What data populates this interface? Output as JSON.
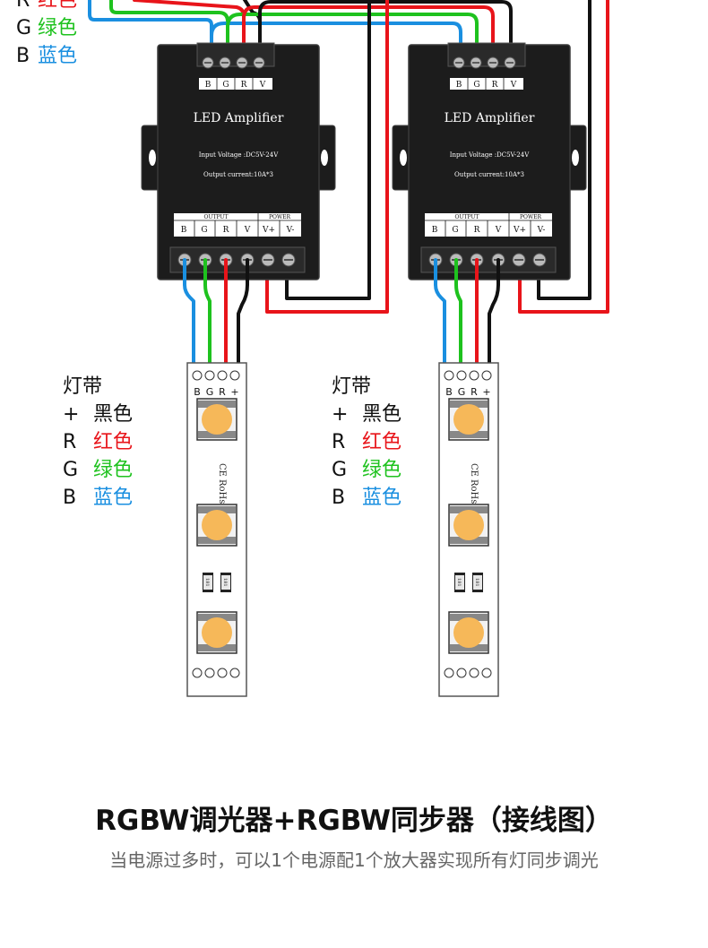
{
  "top_legend": [
    {
      "key": "R",
      "value": "红色",
      "color": "#e8141a"
    },
    {
      "key": "G",
      "value": "绿色",
      "color": "#1ec21e"
    },
    {
      "key": "B",
      "value": "蓝色",
      "color": "#1a8fe0"
    }
  ],
  "amplifier": {
    "name": "LED Amplifier",
    "input_voltage": "Input Voltage :DC5V-24V",
    "output_current": "Output current:10A*3",
    "input_pins": [
      "B",
      "G",
      "R",
      "V"
    ],
    "output_group": "OUTPUT",
    "power_group": "POWER",
    "output_pins": [
      "B",
      "G",
      "R",
      "V",
      "V+",
      "V-"
    ]
  },
  "strip": {
    "pins": [
      "B",
      "G",
      "R",
      "+"
    ],
    "marking_1": "CE",
    "marking_2": "RoHs",
    "resistor_label": "181"
  },
  "strip_legend": {
    "title": "灯带",
    "rows": [
      {
        "key": "+",
        "value": "黑色",
        "color": "#111111"
      },
      {
        "key": "R",
        "value": "红色",
        "color": "#e8141a"
      },
      {
        "key": "G",
        "value": "绿色",
        "color": "#1ec21e"
      },
      {
        "key": "B",
        "value": "蓝色",
        "color": "#1a8fe0"
      }
    ]
  },
  "title": "RGBW调光器+RGBW同步器（接线图）",
  "subtitle": "当电源过多时，可以1个电源配1个放大器实现所有灯同步调光",
  "colors": {
    "red": "#e8141a",
    "green": "#1ec21e",
    "blue": "#1a8fe0",
    "black": "#111111",
    "amp_body": "#1c1c1c",
    "led": "#f6b859"
  }
}
